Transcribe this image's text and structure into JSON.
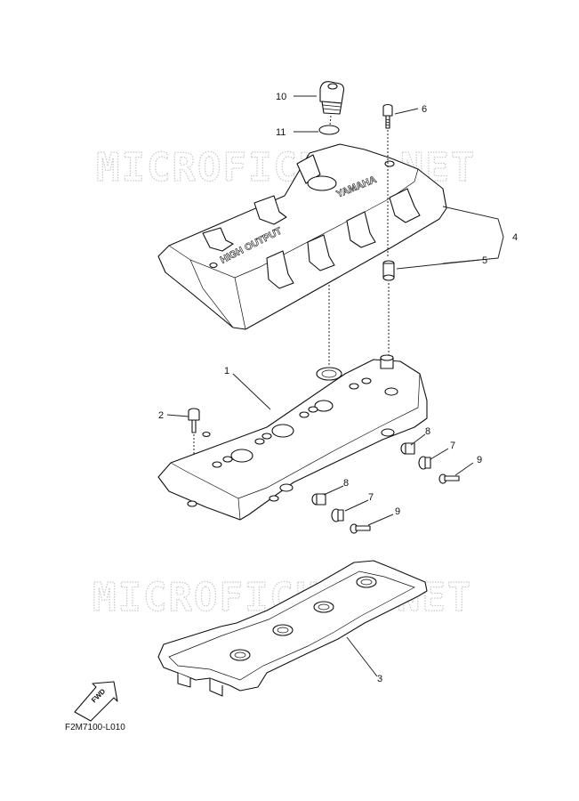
{
  "diagram": {
    "code": "F2M7100-L010",
    "watermark": "MICROFICHES.NET",
    "fwd_label": "FWD",
    "embossing": {
      "left": "HIGH OUTPUT",
      "right": "YAMAHA"
    },
    "callouts": [
      {
        "id": "c1",
        "label": "1"
      },
      {
        "id": "c2",
        "label": "2"
      },
      {
        "id": "c3",
        "label": "3"
      },
      {
        "id": "c4",
        "label": "4"
      },
      {
        "id": "c5",
        "label": "5"
      },
      {
        "id": "c6",
        "label": "6"
      },
      {
        "id": "c7a",
        "label": "7"
      },
      {
        "id": "c7b",
        "label": "7"
      },
      {
        "id": "c8a",
        "label": "8"
      },
      {
        "id": "c8b",
        "label": "8"
      },
      {
        "id": "c9a",
        "label": "9"
      },
      {
        "id": "c9b",
        "label": "9"
      },
      {
        "id": "c10",
        "label": "10"
      },
      {
        "id": "c11",
        "label": "11"
      }
    ]
  }
}
